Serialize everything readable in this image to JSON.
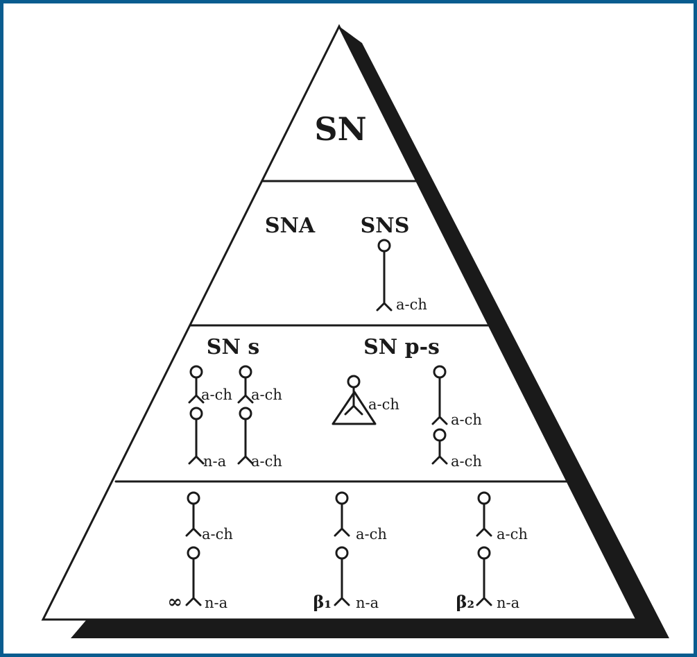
{
  "diagram": {
    "colors": {
      "frame": "#0a5c8f",
      "ink": "#1a1a1a",
      "shadow": "#1a1a1a",
      "background": "#ffffff"
    },
    "tiers": {
      "top": {
        "title": "SN"
      },
      "second": {
        "left_title": "SNA",
        "right_title": "SNS",
        "figure_label": "a-ch"
      },
      "third": {
        "left_title": "SN s",
        "right_title": "SN p-s",
        "labels": {
          "col1_upper": "a-ch",
          "col1_lower": "n-a",
          "col2_upper": "a-ch",
          "col2_lower": "a-ch",
          "triangle": "a-ch",
          "col4_upper": "a-ch",
          "col4_lower": "a-ch"
        }
      },
      "bottom": {
        "groups": [
          {
            "symbol": "∞",
            "upper_label": "a-ch",
            "lower_label": "n-a"
          },
          {
            "symbol": "β₁",
            "upper_label": "a-ch",
            "lower_label": "n-a"
          },
          {
            "symbol": "β₂",
            "upper_label": "a-ch",
            "lower_label": "n-a"
          }
        ]
      }
    }
  }
}
